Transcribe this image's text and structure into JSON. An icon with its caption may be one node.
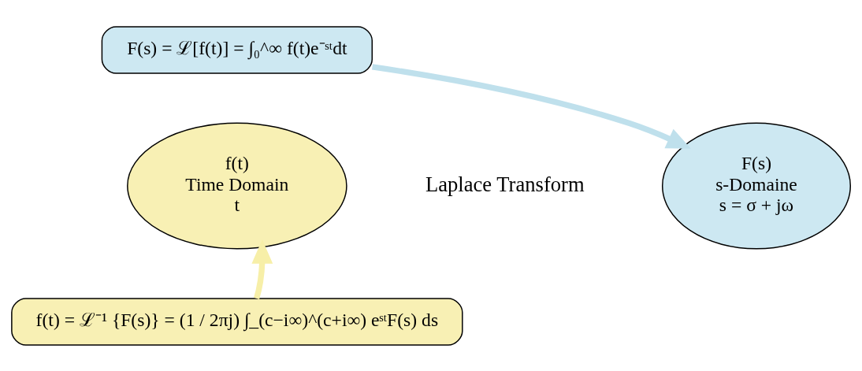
{
  "diagram": {
    "nodes": [
      {
        "text": [
          "F(s) = ℒ[f(t)] = ∫₀^∞ f(t)e⁻ˢᵗdt"
        ]
      },
      {
        "text": [
          "f(t)",
          "Time Domain",
          "t"
        ]
      },
      {
        "text": [
          "F(s)",
          "s-Domaine",
          "s = σ + jω"
        ]
      },
      {
        "text": [
          "f(t) = ℒ⁻¹ {F(s)} = (1 / 2πj) ∫_(c−i∞)^(c+i∞) eˢᵗF(s) ds"
        ]
      }
    ],
    "edges": [
      {
        "from": 0,
        "to": 2,
        "arrow": "to",
        "color": "#bfe0ec"
      },
      {
        "from": 3,
        "to": 1,
        "arrow": "to",
        "color": "#f7efa8"
      }
    ],
    "labels": [
      "Laplace Transform"
    ]
  }
}
